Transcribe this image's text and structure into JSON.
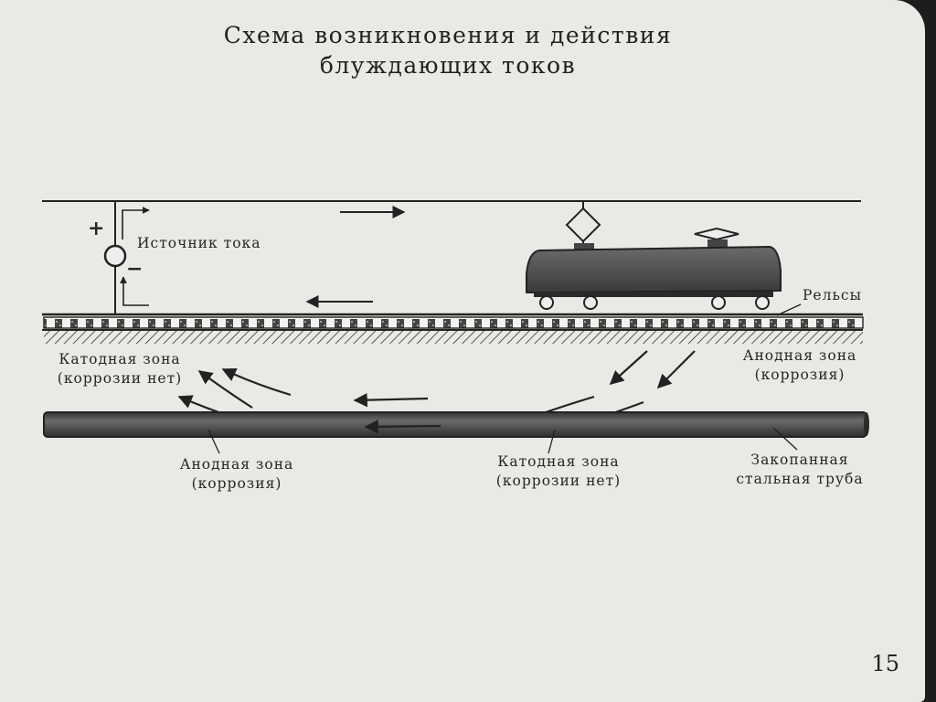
{
  "title": {
    "line1": "Схема возникновения и действия",
    "line2": "блуждающих токов"
  },
  "labels": {
    "source": "Источник тока",
    "plus": "+",
    "minus": "−",
    "rails": "Рельсы",
    "cathode_left": [
      "Катодная зона",
      "(коррозии нет)"
    ],
    "anode_right": [
      "Анодная зона",
      "(коррозия)"
    ],
    "anode_bottom": [
      "Анодная зона",
      "(коррозия)"
    ],
    "cathode_bottom": [
      "Катодная зона",
      "(коррозии нет)"
    ],
    "pipe": [
      "Закопанная",
      "стальная труба"
    ]
  },
  "page_number": "15",
  "colors": {
    "background": "#e9e9e6",
    "ink": "#222222",
    "locomotive": "#4a4a4a",
    "pipe": "#4d4d4d"
  }
}
